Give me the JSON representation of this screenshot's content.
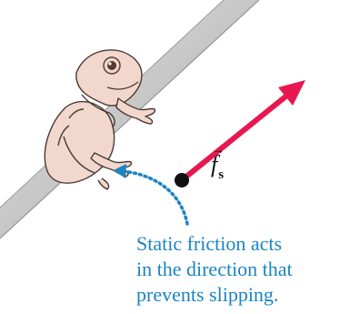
{
  "colors": {
    "background": "#ffffff",
    "branch": "#c9c9c9",
    "branch_edge": "#8a8a8a",
    "frog_body": "#f2d7cc",
    "frog_outline": "#4a3a36",
    "force_arrow": "#e8174f",
    "dot": "#111111",
    "caption_text": "#1a84c4",
    "dotted_arrow": "#1a84c4"
  },
  "labels": {
    "force_symbol": "f",
    "force_subscript": "s",
    "vector_mark": "→"
  },
  "caption": {
    "line1": "Static friction acts",
    "line2": "in the direction that",
    "line3": "prevents slipping."
  },
  "icons": {
    "frog": "frog-illustration",
    "branch": "inclined-branch",
    "force_arrow": "red-force-arrow",
    "dotted_arrow": "curved-dotted-arrow"
  }
}
